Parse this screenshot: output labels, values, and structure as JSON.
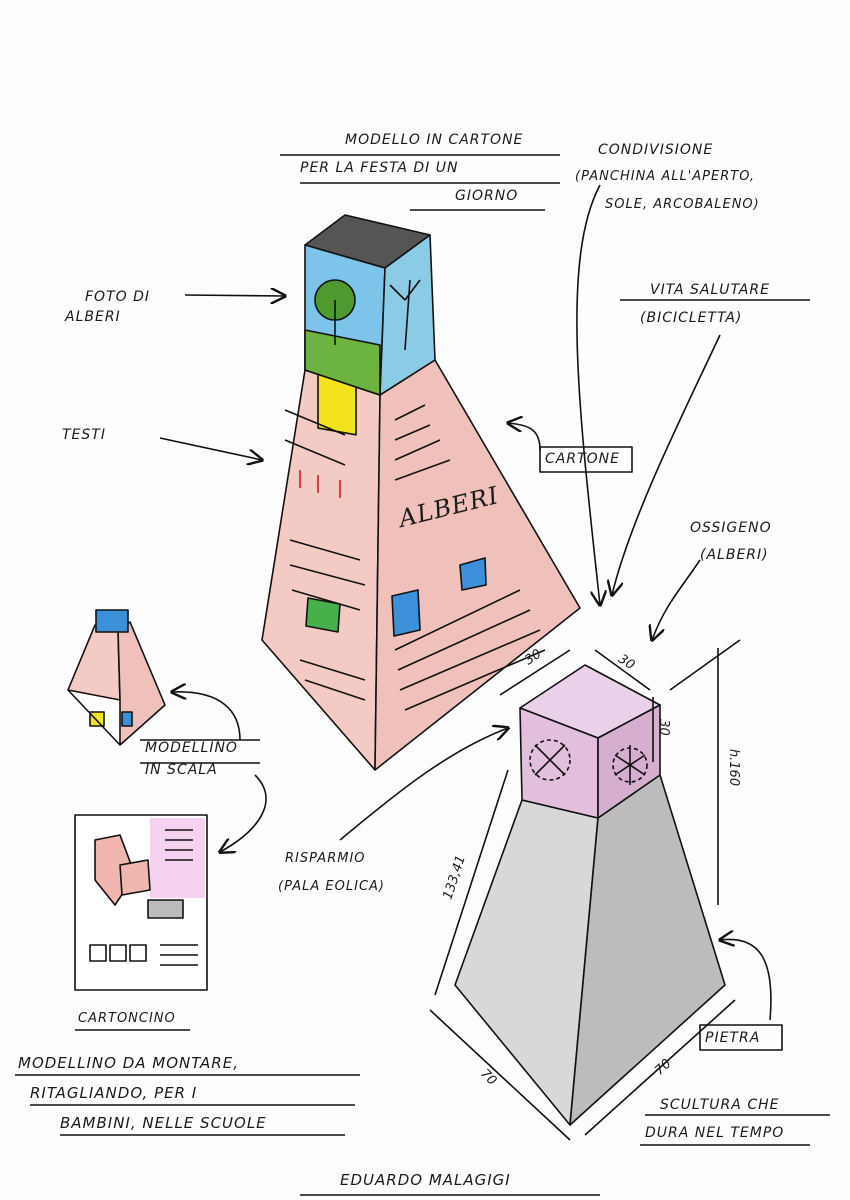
{
  "title_note": [
    "MODELLO IN CARTONE",
    "PER LA FESTA DI UN",
    "GIORNO"
  ],
  "condivisione": [
    "CONDIVISIONE",
    "(PANCHINA ALL'APERTO,",
    "SOLE, ARCOBALENO)"
  ],
  "foto": [
    "FOTO DI",
    "ALBERI"
  ],
  "vita": [
    "VITA SALUTARE",
    "(BICICLETTA)"
  ],
  "testi": "TESTI",
  "cartone": "CARTONE",
  "alberi_panel": "ALBERI",
  "ossigeno": [
    "OSSIGENO",
    "(ALBERI)"
  ],
  "dimensions": {
    "cube_a": "30",
    "cube_b": "30",
    "cube_c": "30",
    "height": "h.160",
    "edge": "133,41",
    "base_a": "70",
    "base_b": "70"
  },
  "modellino": [
    "MODELLINO",
    "IN SCALA"
  ],
  "risparmio": [
    "RISPARMIO",
    "(PALA EOLICA)"
  ],
  "cartoncino": "CARTONCINO",
  "pietra": "PIETRA",
  "modellino_montare": [
    "MODELLINO DA MONTARE,",
    "RITAGLIANDO, PER I",
    "BAMBINI, NELLE SCUOLE"
  ],
  "scultura": [
    "SCULTURA CHE",
    "DURA NEL TEMPO"
  ],
  "signature": "EDUARDO MALAGIGI",
  "colors": {
    "cardboard": "#f2c6c0",
    "stone": "#d4d2d4",
    "stone_cube": "#e8c9e3",
    "sky": "#7cc4ea",
    "tree": "#6db33f",
    "yellow": "#f3e21e",
    "blue": "#3c8fd9",
    "green": "#48b04a"
  }
}
